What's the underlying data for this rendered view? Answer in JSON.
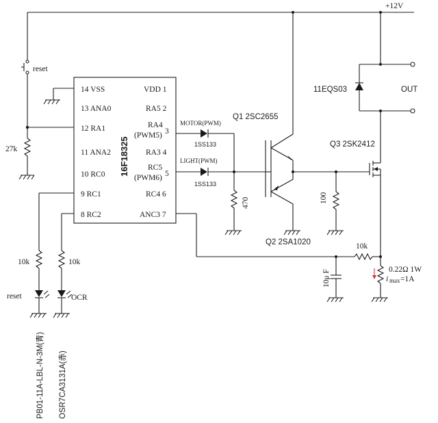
{
  "supply": {
    "label": "+12V"
  },
  "ic": {
    "name": "16F18325",
    "pins": {
      "vss": "14 VSS",
      "ana0": "13 ANA0",
      "ra1": "12 RA1",
      "ana2": "11 ANA2",
      "rc0": "10 RC0",
      "rc1": "9 RC1",
      "rc2": "8 RC2",
      "vdd": "VDD 1",
      "ra5": "RA5 2",
      "ra4": "RA4",
      "pwm5": "(PWM5)",
      "pin3": "3",
      "ra3": "RA3 4",
      "rc5": "RC5",
      "pwm6": "(PWM6)",
      "pin5": "5",
      "rc4": "RC4 6",
      "anc3": "ANC3 7"
    }
  },
  "labels": {
    "reset_switch": "reset",
    "r_pullup": "27k",
    "motor_pwm": "MOTOR(PWM)",
    "light_pwm": "LIGHT(PWM)",
    "diode1": "1SS133",
    "diode2": "1SS133",
    "r470": "470",
    "q1": "Q1  2SC2655",
    "q2": "Q2  2SA1020",
    "q3": "Q3  2SK2412",
    "r100": "100",
    "flyback_diode": "11EQS03",
    "out": "OUT",
    "r10k_filter": "10k",
    "cap": "10μ F",
    "shunt": "0.22Ω  1W",
    "imax_i": "i",
    "imax_sub": "max",
    "imax_val": "=1A",
    "r_led1": "10k",
    "r_led2": "10k",
    "led_reset": "reset",
    "led_ocr": "OCR",
    "led1_part": "PB01-11A-LBL-N-3M(青)",
    "led2_part": "OSR7CA3131A(赤)"
  }
}
